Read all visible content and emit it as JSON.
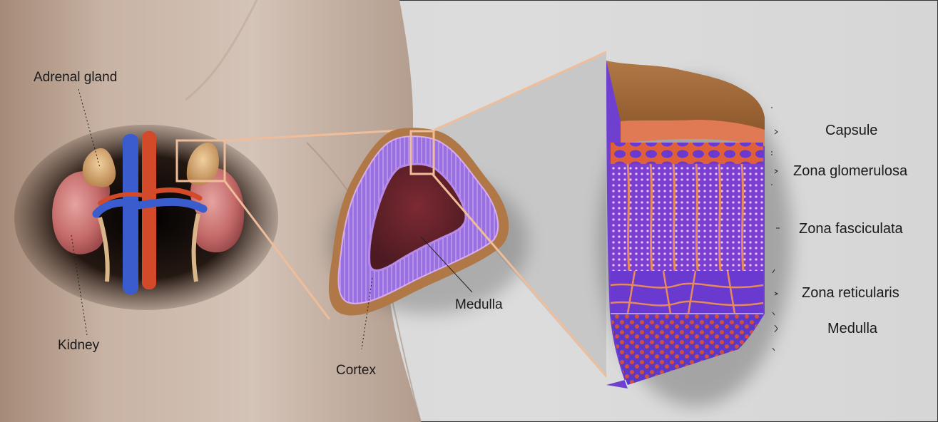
{
  "figure": {
    "labels": {
      "adrenal_gland": "Adrenal gland",
      "kidney": "Kidney",
      "cortex": "Cortex",
      "medulla": "Medulla"
    },
    "zones": [
      {
        "id": "capsule",
        "label": "Capsule"
      },
      {
        "id": "zona-glomerulosa",
        "label": "Zona glomerulosa"
      },
      {
        "id": "zona-fasciculata",
        "label": "Zona fasciculata"
      },
      {
        "id": "zona-reticularis",
        "label": "Zona reticularis"
      },
      {
        "id": "medulla",
        "label": "Medulla"
      }
    ]
  },
  "colors": {
    "kidney": "#c46b6a",
    "adrenal": "#d9a56a",
    "vein": "#3a5ccc",
    "artery": "#d24a2a",
    "cortex_purple": "#8a55d8",
    "medulla_dark": "#6a1f2a",
    "capsule_brown": "#a0673a",
    "callout": "#efbd9a"
  }
}
